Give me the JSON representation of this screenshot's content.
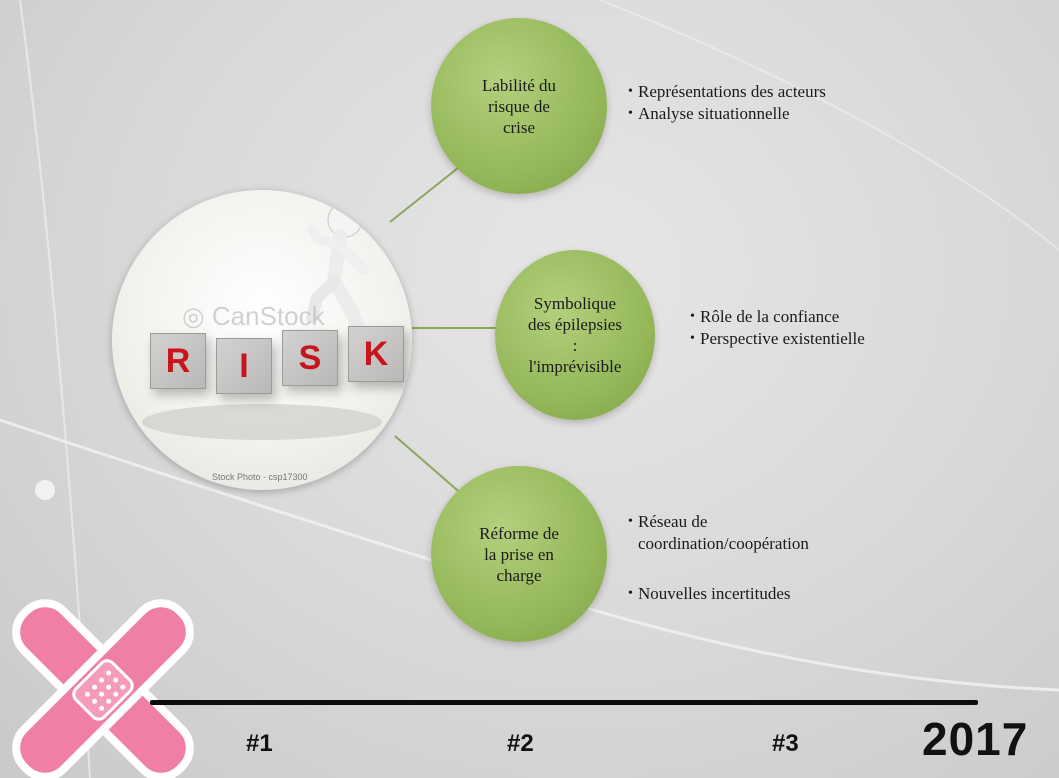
{
  "hub": {
    "letters": [
      "R",
      "I",
      "S",
      "K"
    ],
    "photo_caption": "Stock Photo - csp17300"
  },
  "nodes": [
    {
      "label": "Labilité du\nrisque de\ncrise",
      "bullets": [
        "Représentations des acteurs",
        "Analyse situationnelle"
      ]
    },
    {
      "label": "Symbolique\ndes épilepsies\n:\nl'imprévisible",
      "bullets": [
        "Rôle de la confiance",
        "Perspective existentielle"
      ]
    },
    {
      "label": "Réforme de\nla prise en\ncharge",
      "bullets": [
        "Réseau de\ncoordination/coopération",
        "Nouvelles incertitudes"
      ]
    }
  ],
  "timeline": {
    "labels": [
      "#1",
      "#2",
      "#3"
    ],
    "year": "2017"
  },
  "colors": {
    "node_green": "#95b85a",
    "connector_green": "#8aa65a",
    "risk_red": "#c8141b",
    "bandage_pink": "#f07fa6",
    "timeline_black": "#0d0d0d"
  },
  "icons": {
    "logo": "crossed-bandage-icon",
    "hub_image": "risk-blocks-figure"
  }
}
